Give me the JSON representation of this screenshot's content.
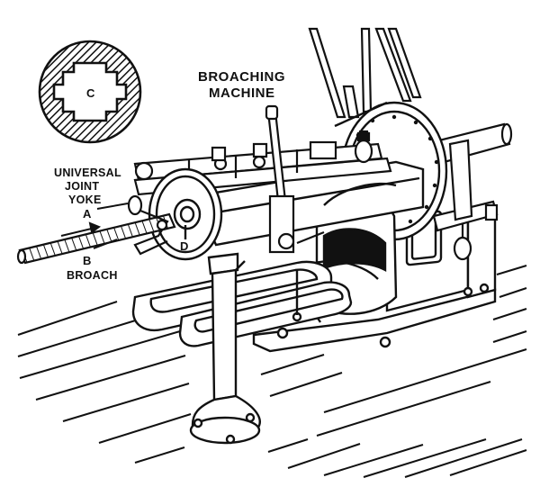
{
  "title_line1": "BROACHING",
  "title_line2": "MACHINE",
  "label_universal_line1": "UNIVERSAL",
  "label_universal_line2": "JOINT",
  "label_universal_line3": "YOKE",
  "label_a": "A",
  "label_b": "B",
  "label_broach": "BROACH",
  "label_c": "C",
  "label_d": "D",
  "colors": {
    "ink": "#111111",
    "paper": "#ffffff"
  }
}
